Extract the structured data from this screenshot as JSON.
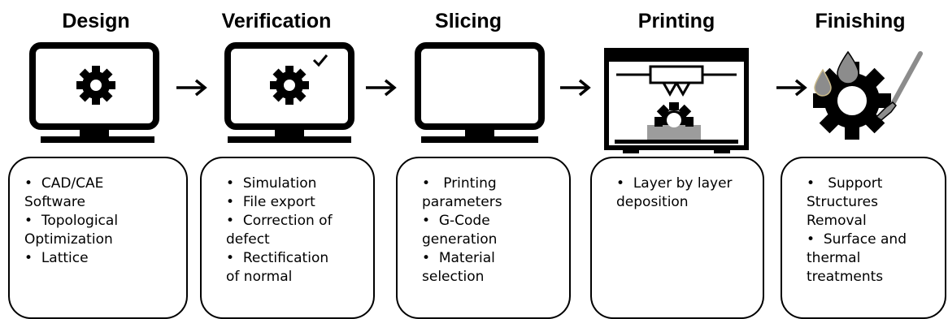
{
  "stages": [
    {
      "title": "Design",
      "lines": [
        "•  CAD/CAE",
        "Software",
        "•  Topological",
        "Optimization",
        "•  Lattice"
      ]
    },
    {
      "title": "Verification",
      "lines": [
        "•  Simulation",
        "•  File export",
        "•  Correction of",
        "defect",
        "•  Rectification",
        "of normal"
      ]
    },
    {
      "title": "Slicing",
      "lines": [
        "•   Printing",
        "parameters",
        "•  G-Code",
        "generation",
        "•  Material",
        "selection"
      ]
    },
    {
      "title": "Printing",
      "lines": [
        "•  Layer by layer",
        "deposition"
      ]
    },
    {
      "title": "Finishing",
      "lines": [
        "•   Support",
        "Structures",
        "Removal",
        "•  Surface and",
        "thermal",
        "treatments"
      ]
    }
  ],
  "icons": [
    "monitor-gear-icon",
    "monitor-gear-check-icon",
    "monitor-sliced-gear-icon",
    "3d-printer-icon",
    "gear-paintbrush-icon"
  ],
  "colors": {
    "ink": "#000000",
    "fill-gray": "#9c9c9c",
    "drop-gray": "#8c8c8c"
  }
}
